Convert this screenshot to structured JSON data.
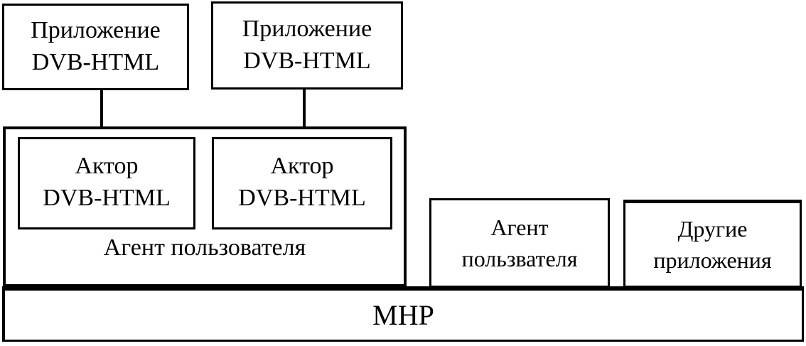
{
  "diagram_title": "DVB-HTML / MHP architecture block diagram",
  "colors": {
    "background": "#ffffff",
    "border": "#000000",
    "text": "#000000"
  },
  "nodes": {
    "app1": {
      "line1": "Приложение",
      "line2": "DVB-HTML"
    },
    "app2": {
      "line1": "Приложение",
      "line2": "DVB-HTML"
    },
    "actor1": {
      "line1": "Актор",
      "line2": "DVB-HTML"
    },
    "actor2": {
      "line1": "Актор",
      "line2": "DVB-HTML"
    },
    "user_agent_main": {
      "label": "Агент пользователя"
    },
    "user_agent_right": {
      "line1": "Агент",
      "line2": "пользвателя"
    },
    "other_apps": {
      "line1": "Другие",
      "line2": "приложения"
    },
    "mhp": {
      "label": "MHP"
    }
  }
}
